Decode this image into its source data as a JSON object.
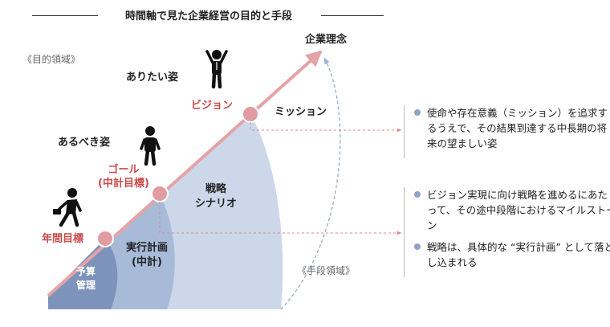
{
  "title": "時間軸で見た企業経営の目的と手段",
  "regions": {
    "purpose": "《目的領域》",
    "means": "《手段領域》"
  },
  "labels": {
    "corporate_philosophy": "企業理念",
    "ideal_state": "ありたい姿",
    "target_state": "あるべき姿",
    "vision": "ビジョン",
    "mission": "ミッション",
    "goal": "ゴール",
    "goal_sub": "(中計目標)",
    "annual_target": "年間目標",
    "strategy_line1": "戦略",
    "strategy_line2": "シナリオ",
    "execution_line1": "実行計画",
    "execution_line2": "(中計)",
    "budget_line1": "予算",
    "budget_line2": "管理"
  },
  "notes": {
    "mission_note": "使命や存在意義（ミッション）を追求するうえで、その結果到達する中長期の将来の望ましい姿",
    "goal_note": "ビジョン実現に向け戦略を進めるにあたって、その途中段階におけるマイルストーン",
    "strategy_note": "戦略は、具体的な “実行計画” として落とし込まれる"
  },
  "icons": {
    "vision_figure": "person-raising-arms-icon",
    "goal_figure": "person-standing-icon",
    "annual_figure": "person-running-icon",
    "bullet": "bullet-dot-icon"
  },
  "colors": {
    "arrow": "#e4a3a6",
    "milestone": "#e19ca1",
    "text_red": "#c94a4a",
    "area_light": "#e8edf5",
    "area_mid": "#c3d1e5",
    "area_dark": "#7d93bb",
    "bullet": "#8fa3c6"
  }
}
